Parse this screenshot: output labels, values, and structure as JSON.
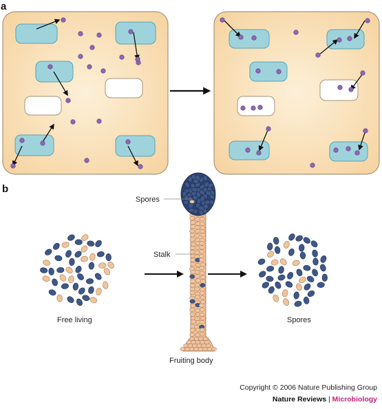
{
  "panels": {
    "a": {
      "label": "a"
    },
    "b": {
      "label": "b"
    }
  },
  "labels": {
    "spores_callout": "Spores",
    "stalk_callout": "Stalk",
    "free_living": "Free living",
    "spores_group": "Spores",
    "fruiting_body": "Fruiting body"
  },
  "credit": {
    "copyright": "Copyright © 2006 Nature Publishing Group",
    "journal": "Nature Reviews",
    "separator": " | ",
    "subjournal": "Microbiology"
  },
  "colors": {
    "cell_fill": "#f8dcae",
    "cell_stroke": "#a8937a",
    "vacuole_fill": "#9fd3dc",
    "vacuole_stroke": "#57a3b3",
    "empty_fill": "#ffffff",
    "particle": "#8e67b4",
    "spore_blue": "#3f5888",
    "spore_orange": "#f1c49d",
    "accent": "#c0247a"
  }
}
